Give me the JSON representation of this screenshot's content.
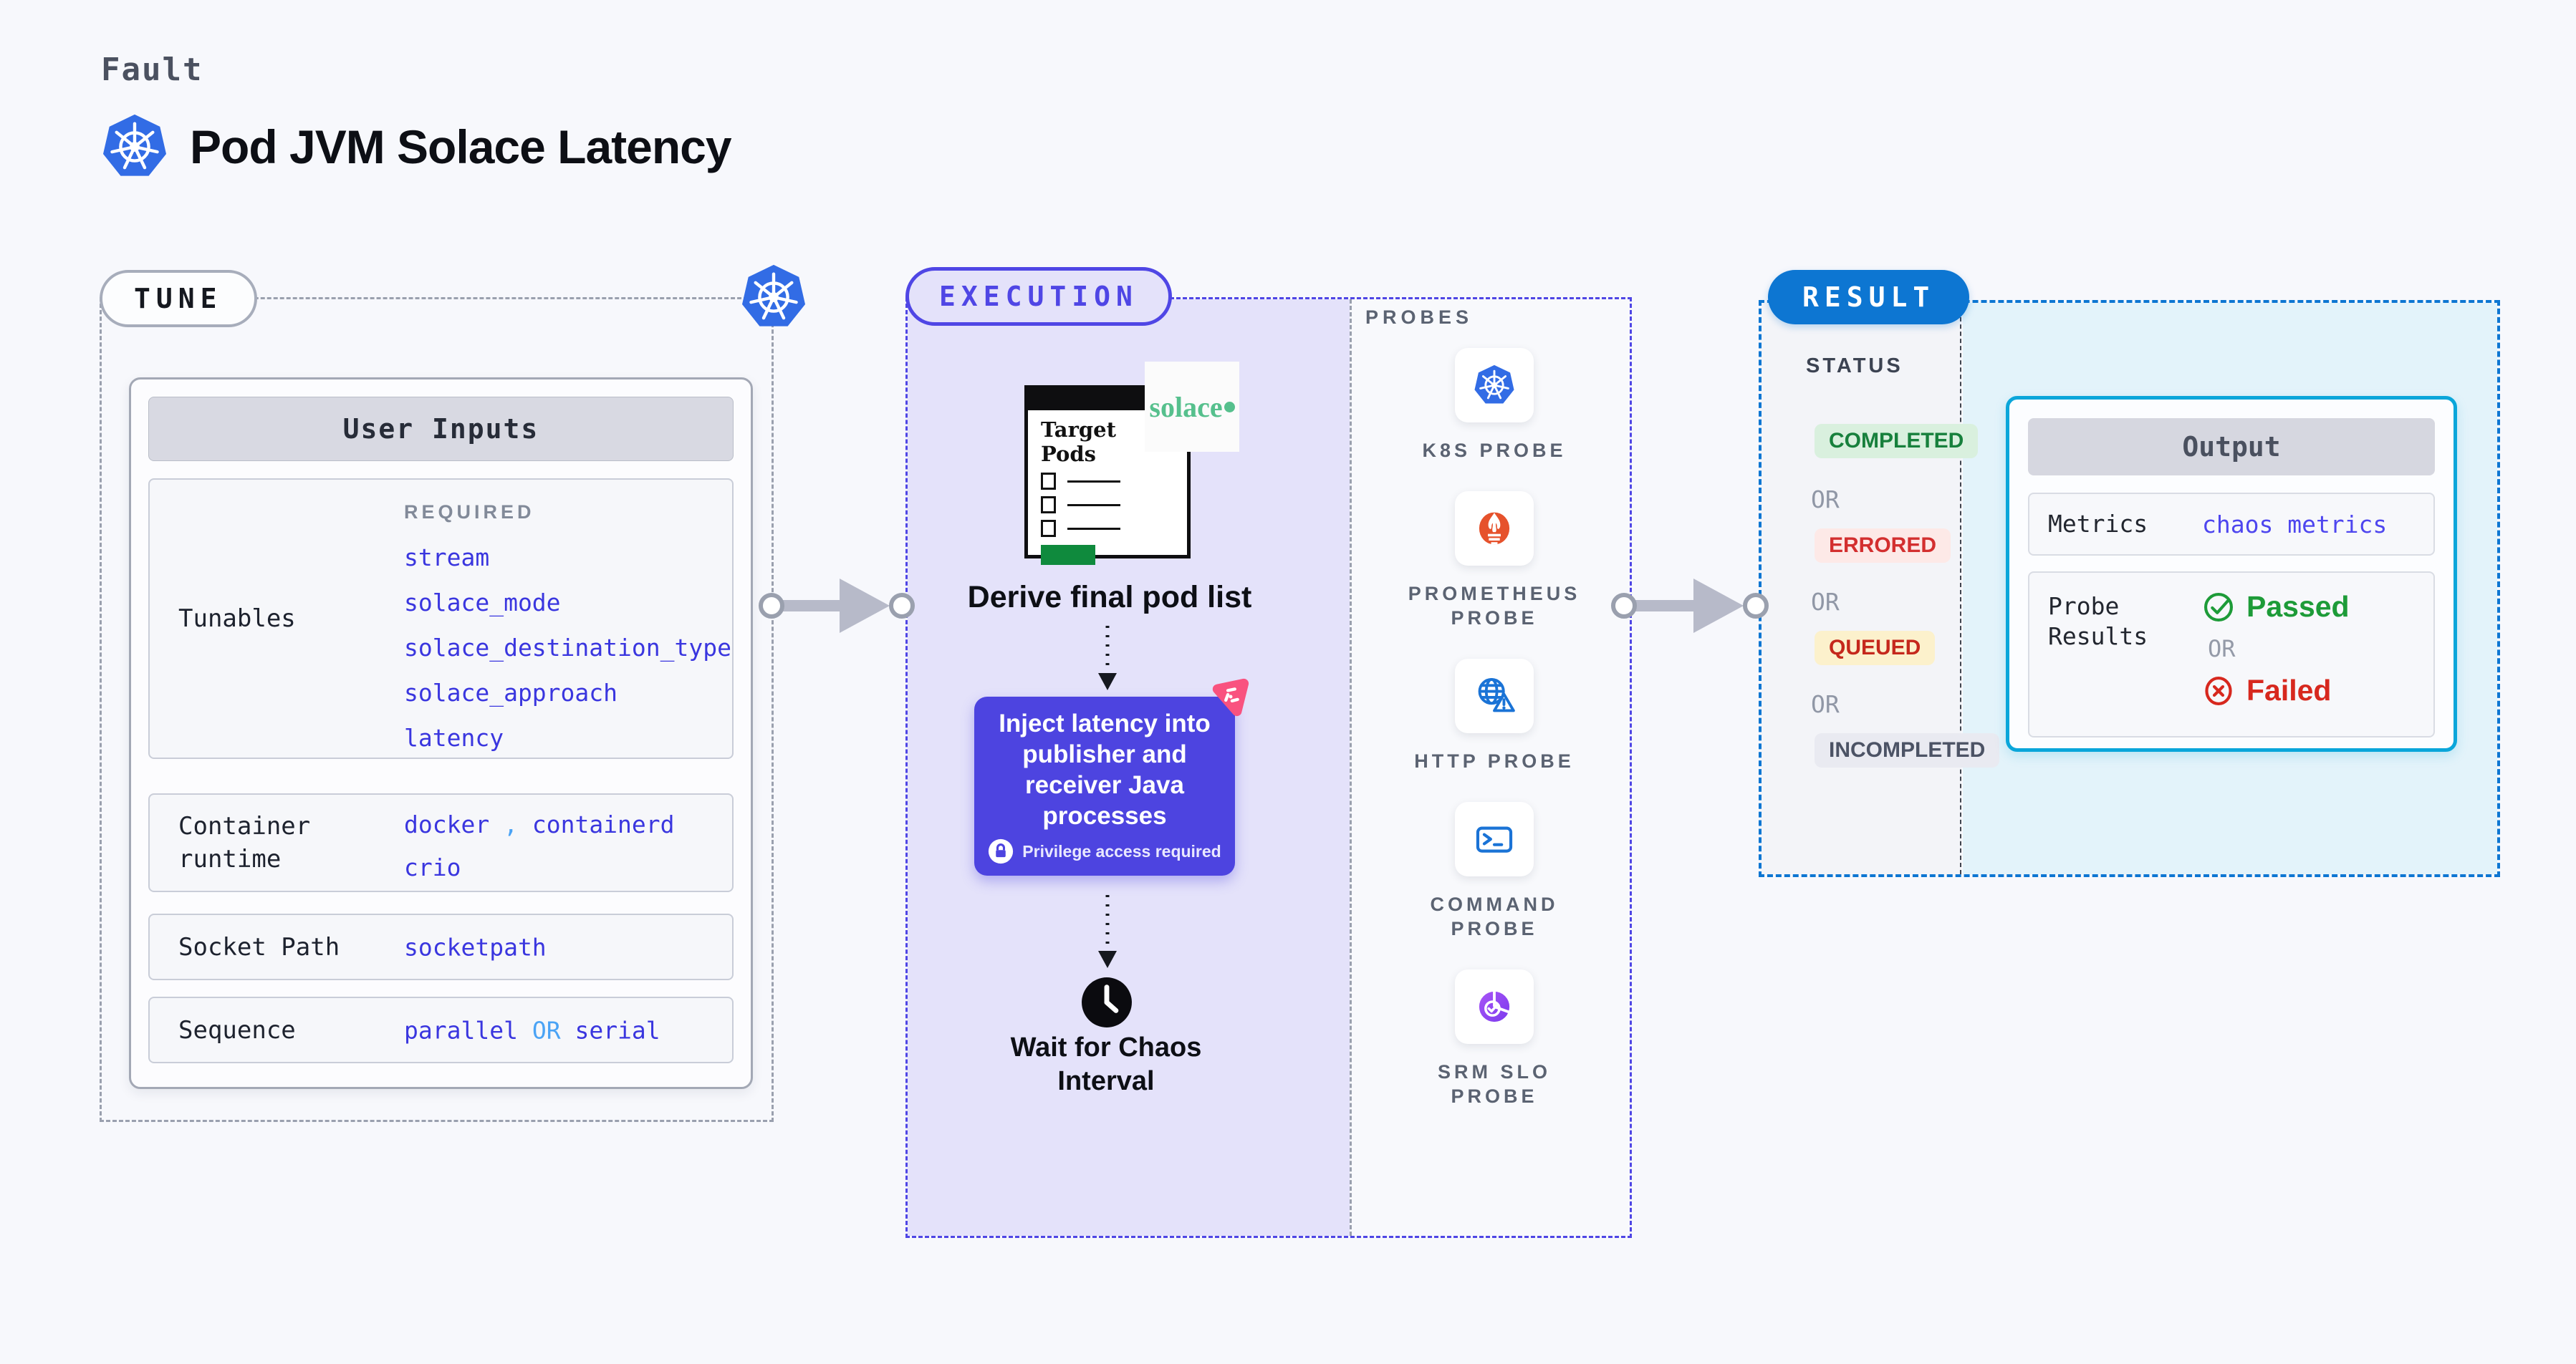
{
  "header": {
    "fault_label": "Fault",
    "title": "Pod JVM Solace Latency",
    "title_icon": "kubernetes-icon"
  },
  "tune": {
    "badge": "TUNE",
    "table_title": "User Inputs",
    "required_label": "REQUIRED",
    "rows": [
      {
        "label": "Tunables",
        "values": [
          "stream",
          "solace_mode",
          "solace_destination_type",
          "solace_approach",
          "latency"
        ]
      },
      {
        "label": "Container runtime",
        "line1": [
          "docker",
          ",",
          "containerd"
        ],
        "line2": "crio"
      },
      {
        "label": "Socket Path",
        "value": "socketpath"
      },
      {
        "label": "Sequence",
        "value1": "parallel",
        "or_word": "OR",
        "value2": "serial"
      }
    ]
  },
  "execution": {
    "badge": "EXECUTION",
    "target_pods_title": "Target Pods",
    "solace_logo": "solace",
    "step_derive": "Derive final pod list",
    "inject_text": "Inject latency into publisher and receiver Java processes",
    "privilege_note": "Privilege access required",
    "step_wait": "Wait for Chaos Interval"
  },
  "probes": {
    "label": "PROBES",
    "items": [
      {
        "label": "K8S PROBE",
        "icon": "kubernetes-icon"
      },
      {
        "label": "PROMETHEUS PROBE",
        "icon": "prometheus-icon"
      },
      {
        "label": "HTTP PROBE",
        "icon": "globe-warning-icon"
      },
      {
        "label": "COMMAND PROBE",
        "icon": "terminal-icon"
      },
      {
        "label": "SRM SLO PROBE",
        "icon": "slo-gauge-icon"
      }
    ]
  },
  "result": {
    "badge": "RESULT",
    "status_label": "STATUS",
    "or_label": "OR",
    "statuses": [
      {
        "label": "COMPLETED",
        "fg": "#17803c",
        "bg": "#d9f0de"
      },
      {
        "label": "ERRORED",
        "fg": "#d32f2f",
        "bg": "#fde9e7"
      },
      {
        "label": "QUEUED",
        "fg": "#c5281c",
        "bg": "#fcf1cc"
      },
      {
        "label": "INCOMPLETED",
        "fg": "#4c5365",
        "bg": "#e9eaf1"
      }
    ],
    "output": {
      "title": "Output",
      "metrics_label": "Metrics",
      "metrics_value": "chaos metrics",
      "probe_results_label": "Probe Results",
      "passed": "Passed",
      "or": "OR",
      "failed": "Failed"
    }
  },
  "colors": {
    "page_background": "#f7f8fc",
    "tune_dash": "#9aa0ae",
    "execution_accent": "#4f46e5",
    "execution_fill": "#e4e2fa",
    "inject_box": "#4d44e0",
    "result_accent": "#0d76d2",
    "result_fill": "#e3f3fa",
    "output_border": "#0aa6da",
    "value_blue": "#3a36df",
    "value_light_blue": "#4aa3f5",
    "metrics_link_blue": "#4e46ef",
    "passed_green": "#1d9b38",
    "failed_red": "#d7281e",
    "kubernetes_blue": "#326ce5",
    "prometheus_orange": "#e6522c",
    "solace_green": "#56c08d",
    "chaos_pink": "#f9527f",
    "target_pods_button_green": "#0f8a3d"
  }
}
